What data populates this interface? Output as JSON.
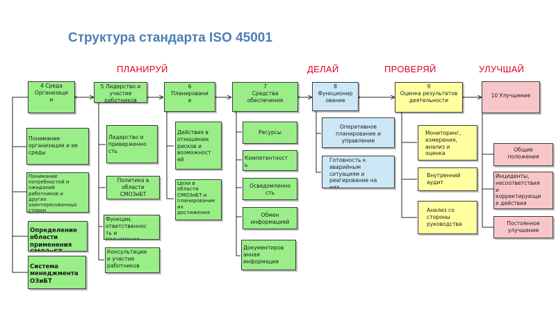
{
  "title": "Структура стандарта ISO 45001",
  "phases": {
    "plan": "ПЛАНИРУЙ",
    "do": "ДЕЛАЙ",
    "check": "ПРОВЕРЯЙ",
    "act": "УЛУЧШАЙ"
  },
  "colors": {
    "green": "#99ee88",
    "blue": "#cce8f6",
    "yellow": "#ffffa0",
    "pink": "#f8c6c8",
    "title": "#4a7fb5",
    "phase": "#e0001b"
  },
  "boxes": {
    "b4": "4 Среда\nОрганизаци\nи",
    "b5": "5 Лидерство и\nучастие\nработников",
    "b6": "6\nПланировани\nе",
    "b7": "7\nСредства\nобеспечения",
    "b8": "8\nФункционир\nование",
    "b9": "9\nОценка результатов\nдеятельности",
    "b10": "10 Улучшение",
    "b4_1": "Понимание\nорганизации и ее\nсреды",
    "b4_2": "Понимание\nпотребностей и\nожиданий\nработников и\nдругих\nзаинтересованных\nсторон",
    "b4_3": "Определение\nобласти\nприменения\nСМОЗиБТ",
    "b4_4": "Система\nменеджмента\nОЗиБТ",
    "b5_1": "Лидерство и\nприверженно\nсть",
    "b5_2": "Политика в\nобласти\nСМОЗиБТ",
    "b5_3": "Функции,\nответственнос\nть и\nполномочия",
    "b5_4": "Консультации\nи участие\nработников",
    "b6_1": "Действия в\nотношении\nрисков и\nвозможност\nей",
    "b6_2": "Цели в\nобласти\nСМОЗиБТ и\nпланирование\nих\nдостижения",
    "b7_1": "Ресурсы",
    "b7_2": "Компетентност\nь",
    "b7_3": "Осведомленно\nсть",
    "b7_4": "Обмен\nинформацией",
    "b7_5": "Документиров\nанная\nинформация",
    "b8_1": "Оперативное\nпланирование и\nуправление",
    "b8_2": "Готовность к\nаварийным\nситуациям и\nреагирование на\nних",
    "b9_1": "Мониторинг,\nизмерения,\nанализ и\nоценка",
    "b9_2": "Внутренний\nаудит",
    "b9_3": "Анализ со\nстороны\nруководства",
    "b10_1": "Общие\nположения",
    "b10_2": "Инциденты,\nнесоответствия\nи\nкорректирующи\nе действия",
    "b10_3": "Постоянное\nулучшение"
  }
}
